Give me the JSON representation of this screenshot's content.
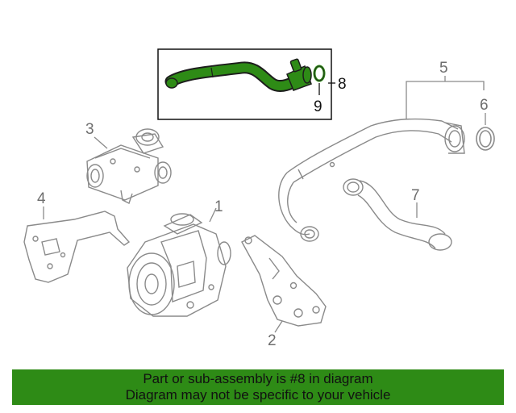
{
  "diagram": {
    "callouts": {
      "p1": "1",
      "p2": "2",
      "p3": "3",
      "p4": "4",
      "p5": "5",
      "p6": "6",
      "p7": "7",
      "p8": "8",
      "p9": "9"
    },
    "highlight_color": "#2e8b16",
    "line_color": "#8a8a8a"
  },
  "footer": {
    "line1": "Part or sub-assembly is #8 in diagram",
    "line2": "Diagram may not be specific to your vehicle",
    "background": "#2e8b16"
  }
}
